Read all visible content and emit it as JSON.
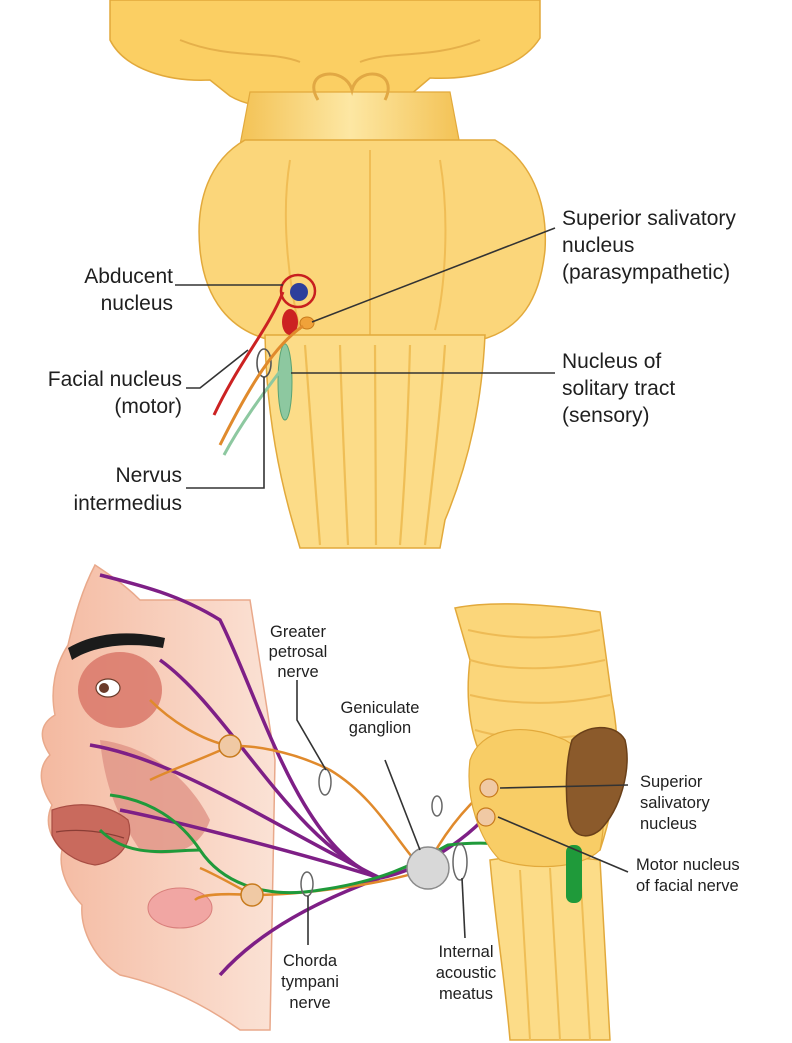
{
  "top_panel": {
    "labels": {
      "abducent_nucleus": [
        "Abducent",
        "nucleus"
      ],
      "facial_nucleus": [
        "Facial nucleus",
        "(motor)"
      ],
      "nervus_intermedius": [
        "Nervus",
        "intermedius"
      ],
      "superior_salivatory_nucleus": [
        "Superior salivatory",
        "nucleus",
        "(parasympathetic)"
      ],
      "nucleus_solitary_tract": [
        "Nucleus of",
        "solitary tract",
        "(sensory)"
      ]
    }
  },
  "bottom_panel": {
    "labels": {
      "greater_petrosal_nerve": [
        "Greater",
        "petrosal",
        "nerve"
      ],
      "geniculate_ganglion": [
        "Geniculate",
        "ganglion"
      ],
      "superior_salivatory_nucleus": [
        "Superior",
        "salivatory",
        "nucleus"
      ],
      "motor_nucleus_facial_nerve": [
        "Motor nucleus",
        "of facial nerve"
      ],
      "internal_acoustic_meatus": [
        "Internal",
        "acoustic",
        "meatus"
      ],
      "chorda_tympani_nerve": [
        "Chorda",
        "tympani",
        "nerve"
      ]
    }
  },
  "colors": {
    "brainstem": "#fbd67a",
    "brainstem_shade": "#f2bd4e",
    "motor_nerve": "#7e1f86",
    "parasympathetic_nerve": "#e08a2c",
    "sensory_nerve": "#1f9a3a",
    "abducent": "#2d3f9b",
    "facial_motor": "#cc2222",
    "solitary": "#8dc8a0",
    "skin": "#f7cdb8",
    "muscle": "#d9786a"
  }
}
